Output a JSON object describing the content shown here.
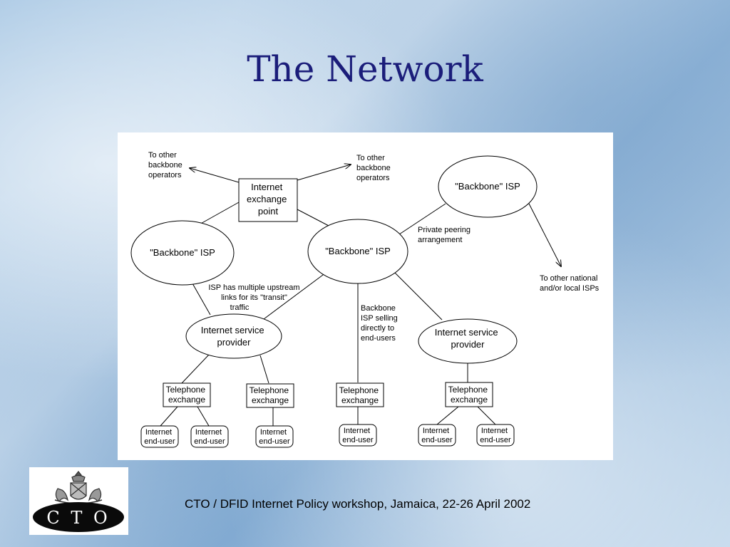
{
  "slide": {
    "title": "The Network",
    "footer": "CTO / DFID Internet Policy workshop, Jamaica, 22-26 April 2002",
    "logo": {
      "letters": "C T O",
      "icon": "coat-of-arms"
    }
  },
  "diagram": {
    "nodes": {
      "ixp": [
        "Internet",
        "exchange",
        "point"
      ],
      "backbone_right": "\"Backbone\" ISP",
      "backbone_left": "\"Backbone\" ISP",
      "backbone_center": "\"Backbone\" ISP",
      "isp_left": [
        "Internet service",
        "provider"
      ],
      "isp_right": [
        "Internet service",
        "provider"
      ],
      "exchange_1": [
        "Telephone",
        "exchange"
      ],
      "exchange_2": [
        "Telephone",
        "exchange"
      ],
      "exchange_3": [
        "Telephone",
        "exchange"
      ],
      "exchange_4": [
        "Telephone",
        "exchange"
      ],
      "enduser_1": [
        "Internet",
        "end-user"
      ],
      "enduser_2": [
        "Internet",
        "end-user"
      ],
      "enduser_3": [
        "Internet",
        "end-user"
      ],
      "enduser_4": [
        "Internet",
        "end-user"
      ],
      "enduser_5": [
        "Internet",
        "end-user"
      ],
      "enduser_6": [
        "Internet",
        "end-user"
      ]
    },
    "labels": {
      "to_other_left": [
        "To other",
        "backbone",
        "operators"
      ],
      "to_other_right": [
        "To other",
        "backbone",
        "operators"
      ],
      "private_peering": [
        "Private peering",
        "arrangement"
      ],
      "to_national": [
        "To other national",
        "and/or local ISPs"
      ],
      "multiple_upstream": [
        "ISP has multiple upstream",
        "links for its \"transit\"",
        "traffic"
      ],
      "selling_direct": [
        "Backbone",
        "ISP selling",
        "directly to",
        "end-users"
      ]
    }
  }
}
